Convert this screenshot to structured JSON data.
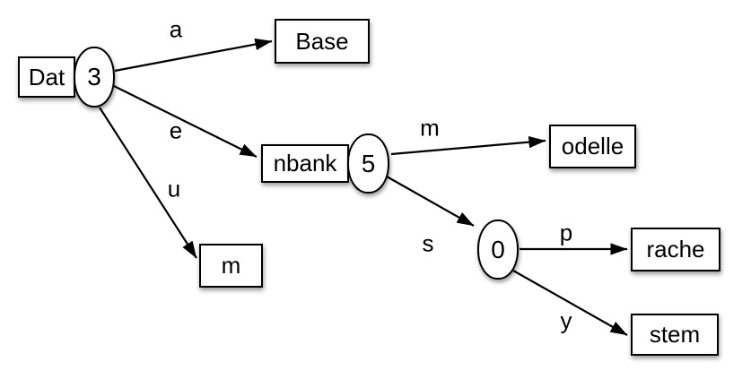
{
  "diagram": {
    "kind": "trie",
    "background_color": "#ffffff",
    "stroke_color": "#000000",
    "node_fill_color": "#ffffff",
    "text_color": "#000000",
    "nodes": {
      "dat": {
        "label": "Dat",
        "value": "3"
      },
      "base": {
        "label": "Base"
      },
      "nbank": {
        "label": "nbank",
        "value": "5"
      },
      "m": {
        "label": "m"
      },
      "odelle": {
        "label": "odelle"
      },
      "zero": {
        "value": "0"
      },
      "rache": {
        "label": "rache"
      },
      "stem": {
        "label": "stem"
      }
    },
    "edges": [
      {
        "label": "a",
        "from": "dat",
        "to": "base"
      },
      {
        "label": "e",
        "from": "dat",
        "to": "nbank"
      },
      {
        "label": "u",
        "from": "dat",
        "to": "m"
      },
      {
        "label": "m",
        "from": "nbank",
        "to": "odelle"
      },
      {
        "label": "s",
        "from": "nbank",
        "to": "zero"
      },
      {
        "label": "p",
        "from": "zero",
        "to": "rache"
      },
      {
        "label": "y",
        "from": "zero",
        "to": "stem"
      }
    ]
  }
}
